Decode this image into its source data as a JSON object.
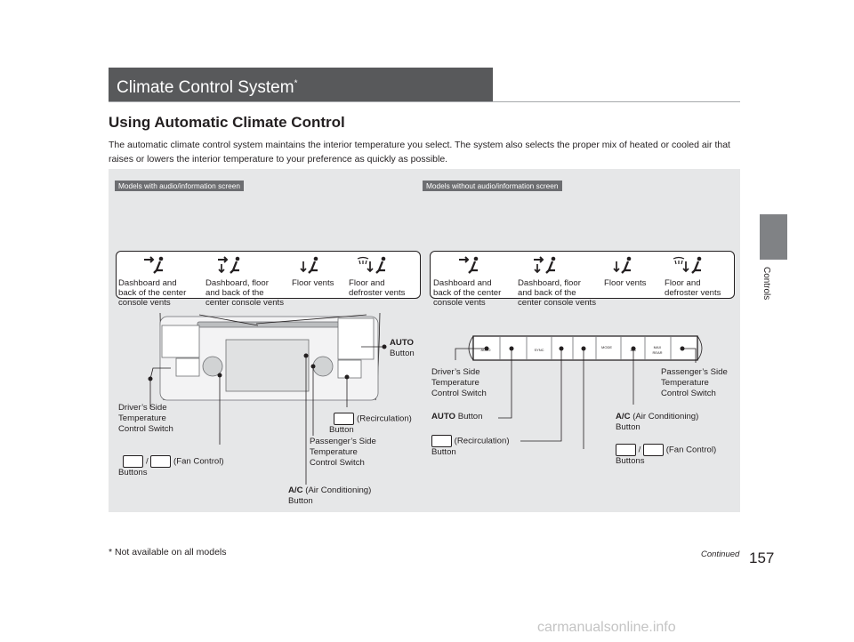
{
  "header": {
    "section_title": "Climate Control System",
    "title_footnote_mark": "*",
    "side_tab": "Controls"
  },
  "main": {
    "heading": "Using Automatic Climate Control",
    "intro": "The automatic climate control system maintains the interior temperature you select. The system also selects the proper mix of heated or cooled air that raises or lowers the interior temperature to your preference as quickly as possible."
  },
  "figure": {
    "tag_left": "Models with audio/information screen",
    "tag_right": "Models without audio/information screen",
    "vent_modes": [
      {
        "label": "Dashboard and\nback of the center\nconsole vents",
        "icon": "dashboard-vent-icon"
      },
      {
        "label": "Dashboard, floor\nand back of the\ncenter console vents",
        "icon": "dashboard-floor-vent-icon"
      },
      {
        "label": "Floor vents",
        "icon": "floor-vent-icon"
      },
      {
        "label": "Floor and\ndefroster vents",
        "icon": "floor-defrost-vent-icon"
      }
    ],
    "left_callouts": {
      "auto_bold": "AUTO",
      "auto_rest": "Button",
      "recirc": "(Recirculation)\nButton",
      "driver_temp": "Driver’s Side\nTemperature\nControl Switch",
      "fan": "(Fan Control)\nButtons",
      "passenger_temp": "Passenger’s Side\nTemperature\nControl Switch",
      "ac_bold": "A/C",
      "ac_rest": "(Air Conditioning)\nButton"
    },
    "right_callouts": {
      "driver_temp": "Driver’s Side\nTemperature\nControl Switch",
      "passenger_temp": "Passenger’s Side\nTemperature\nControl Switch",
      "auto_bold": "AUTO",
      "auto_rest": "Button",
      "ac_bold": "A/C",
      "ac_rest": "(Air Conditioning)\nButton",
      "recirc": "(Recirculation)\nButton",
      "fan": "(Fan Control)\nButtons"
    },
    "slash": "/",
    "panel_button_labels": [
      "SYNC",
      "AUTO",
      "A/C",
      "MODE",
      "MAX",
      "REAR"
    ]
  },
  "footer": {
    "footnote": "* Not available on all models",
    "continued": "Continued",
    "page_number": "157",
    "watermark": "carmanualsonline.info"
  }
}
